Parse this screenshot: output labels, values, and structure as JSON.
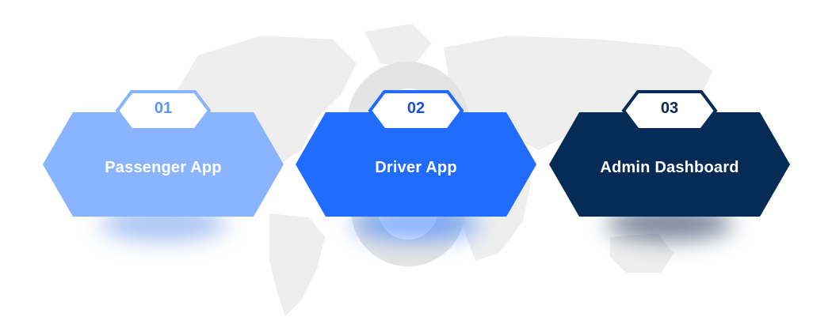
{
  "steps": [
    {
      "number": "01",
      "label": "Passenger App",
      "fill": "#8ab4ff",
      "tab_border": "#8ab4ff",
      "number_color": "#5f96f0",
      "shadow": "#5f8fe8"
    },
    {
      "number": "02",
      "label": "Driver App",
      "fill": "#1f6cff",
      "tab_border": "#1f6cff",
      "number_color": "#1652d9",
      "shadow": "#1f6cff"
    },
    {
      "number": "03",
      "label": "Admin Dashboard",
      "fill": "#062b57",
      "tab_border": "#062b57",
      "number_color": "#062b57",
      "shadow": "#0a2448"
    }
  ]
}
